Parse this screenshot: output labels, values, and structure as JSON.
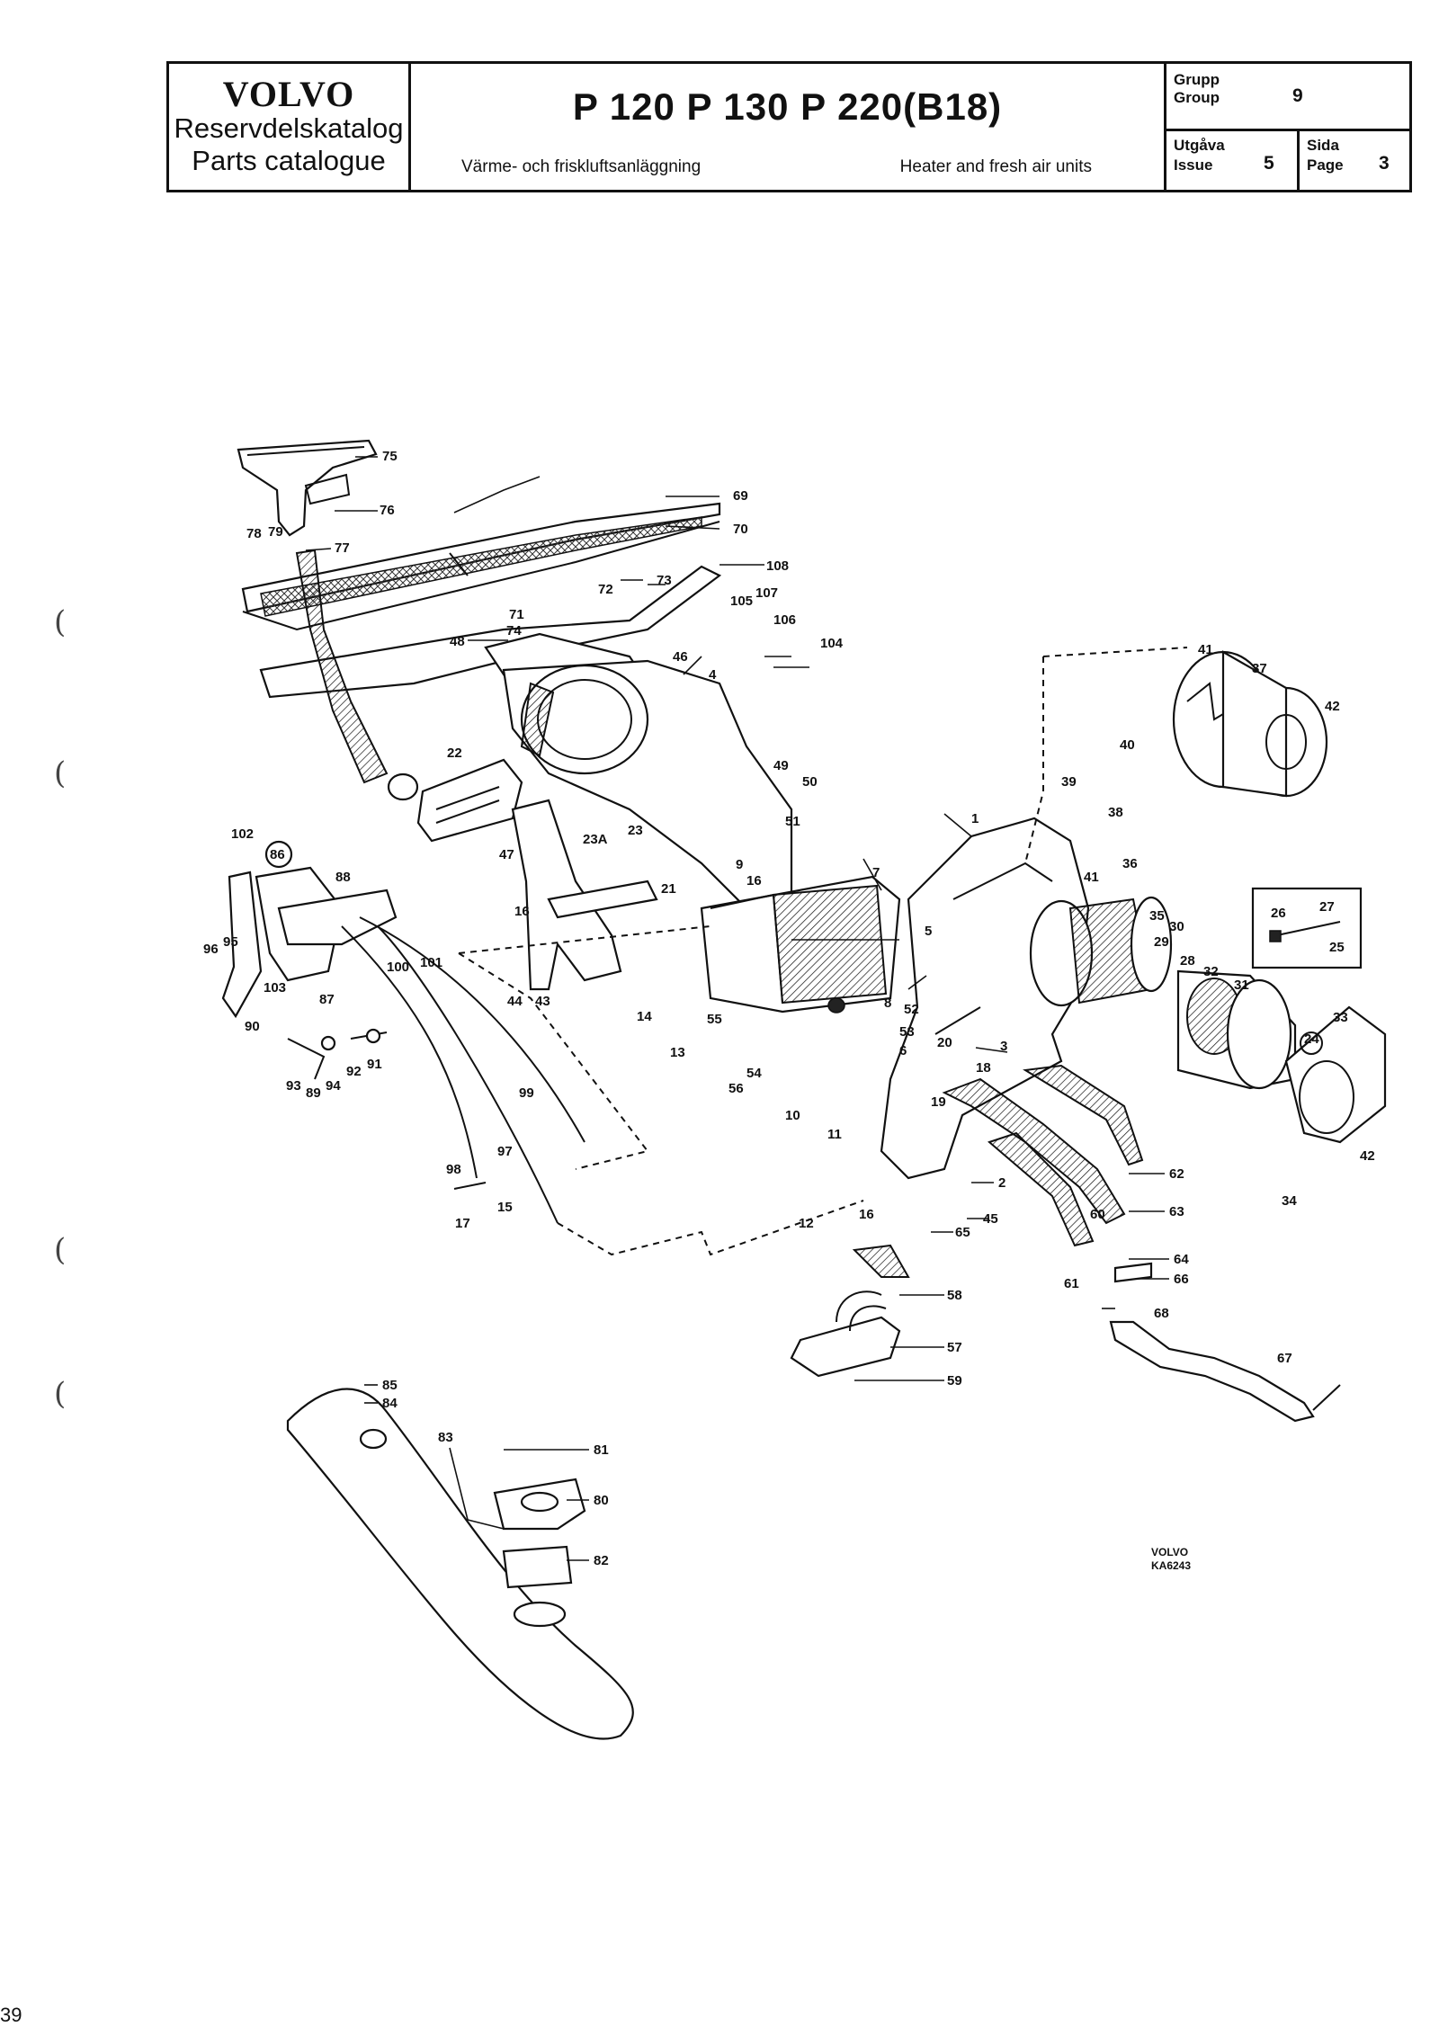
{
  "header": {
    "brand": "VOLVO",
    "catalogue_sv": "Reservdelskatalog",
    "catalogue_en": "Parts catalogue",
    "models": "P 120   P 130   P 220(B18)",
    "subtitle_sv": "Värme- och friskluftsanläggning",
    "subtitle_en": "Heater and fresh air units",
    "group_label_sv": "Grupp",
    "group_label_en": "Group",
    "group_value": "9",
    "issue_label_sv": "Utgåva",
    "issue_label_en": "Issue",
    "issue_value": "5",
    "page_label_sv": "Sida",
    "page_label_en": "Page",
    "page_value": "3"
  },
  "diagram": {
    "ref_code_line1": "VOLVO",
    "ref_code_line2": "KA6243",
    "callouts": [
      {
        "id": "75",
        "text": "75"
      },
      {
        "id": "76",
        "text": "76"
      },
      {
        "id": "78",
        "text": "78"
      },
      {
        "id": "79",
        "text": "79"
      },
      {
        "id": "77",
        "text": "77"
      },
      {
        "id": "69",
        "text": "69"
      },
      {
        "id": "70",
        "text": "70"
      },
      {
        "id": "108",
        "text": "108"
      },
      {
        "id": "105",
        "text": "105"
      },
      {
        "id": "107",
        "text": "107"
      },
      {
        "id": "106",
        "text": "106"
      },
      {
        "id": "104",
        "text": "104"
      },
      {
        "id": "72",
        "text": "72"
      },
      {
        "id": "73",
        "text": "73"
      },
      {
        "id": "71",
        "text": "71"
      },
      {
        "id": "74",
        "text": "74"
      },
      {
        "id": "48",
        "text": "48"
      },
      {
        "id": "46",
        "text": "46"
      },
      {
        "id": "4",
        "text": "4"
      },
      {
        "id": "22",
        "text": "22"
      },
      {
        "id": "49",
        "text": "49"
      },
      {
        "id": "50",
        "text": "50"
      },
      {
        "id": "51",
        "text": "51"
      },
      {
        "id": "102",
        "text": "102"
      },
      {
        "id": "86",
        "text": "86"
      },
      {
        "id": "88",
        "text": "88"
      },
      {
        "id": "47",
        "text": "47"
      },
      {
        "id": "23A",
        "text": "23A"
      },
      {
        "id": "23",
        "text": "23"
      },
      {
        "id": "16a",
        "text": "16"
      },
      {
        "id": "9",
        "text": "9"
      },
      {
        "id": "7",
        "text": "7"
      },
      {
        "id": "21",
        "text": "21"
      },
      {
        "id": "16b",
        "text": "16"
      },
      {
        "id": "96",
        "text": "96"
      },
      {
        "id": "95",
        "text": "95"
      },
      {
        "id": "100",
        "text": "100"
      },
      {
        "id": "101",
        "text": "101"
      },
      {
        "id": "103",
        "text": "103"
      },
      {
        "id": "87",
        "text": "87"
      },
      {
        "id": "90",
        "text": "90"
      },
      {
        "id": "44",
        "text": "44"
      },
      {
        "id": "43",
        "text": "43"
      },
      {
        "id": "14",
        "text": "14"
      },
      {
        "id": "5",
        "text": "5"
      },
      {
        "id": "1",
        "text": "1"
      },
      {
        "id": "41a",
        "text": "41"
      },
      {
        "id": "37",
        "text": "37"
      },
      {
        "id": "42a",
        "text": "42"
      },
      {
        "id": "40",
        "text": "40"
      },
      {
        "id": "39",
        "text": "39"
      },
      {
        "id": "38",
        "text": "38"
      },
      {
        "id": "36",
        "text": "36"
      },
      {
        "id": "41b",
        "text": "41"
      },
      {
        "id": "35",
        "text": "35"
      },
      {
        "id": "30",
        "text": "30"
      },
      {
        "id": "29",
        "text": "29"
      },
      {
        "id": "28",
        "text": "28"
      },
      {
        "id": "32",
        "text": "32"
      },
      {
        "id": "31",
        "text": "31"
      },
      {
        "id": "26",
        "text": "26"
      },
      {
        "id": "27",
        "text": "27"
      },
      {
        "id": "25",
        "text": "25"
      },
      {
        "id": "24",
        "text": "24"
      },
      {
        "id": "33",
        "text": "33"
      },
      {
        "id": "93",
        "text": "93"
      },
      {
        "id": "89",
        "text": "89"
      },
      {
        "id": "94",
        "text": "94"
      },
      {
        "id": "92",
        "text": "92"
      },
      {
        "id": "91",
        "text": "91"
      },
      {
        "id": "13",
        "text": "13"
      },
      {
        "id": "55",
        "text": "55"
      },
      {
        "id": "8",
        "text": "8"
      },
      {
        "id": "52",
        "text": "52"
      },
      {
        "id": "53",
        "text": "53"
      },
      {
        "id": "6",
        "text": "6"
      },
      {
        "id": "20",
        "text": "20"
      },
      {
        "id": "3",
        "text": "3"
      },
      {
        "id": "18",
        "text": "18"
      },
      {
        "id": "19",
        "text": "19"
      },
      {
        "id": "54",
        "text": "54"
      },
      {
        "id": "56",
        "text": "56"
      },
      {
        "id": "10",
        "text": "10"
      },
      {
        "id": "11",
        "text": "11"
      },
      {
        "id": "99",
        "text": "99"
      },
      {
        "id": "97",
        "text": "97"
      },
      {
        "id": "98",
        "text": "98"
      },
      {
        "id": "15",
        "text": "15"
      },
      {
        "id": "17",
        "text": "17"
      },
      {
        "id": "2",
        "text": "2"
      },
      {
        "id": "16c",
        "text": "16"
      },
      {
        "id": "12",
        "text": "12"
      },
      {
        "id": "45",
        "text": "45"
      },
      {
        "id": "60",
        "text": "60"
      },
      {
        "id": "62",
        "text": "62"
      },
      {
        "id": "63",
        "text": "63"
      },
      {
        "id": "42b",
        "text": "42"
      },
      {
        "id": "34",
        "text": "34"
      },
      {
        "id": "65",
        "text": "65"
      },
      {
        "id": "64",
        "text": "64"
      },
      {
        "id": "66",
        "text": "66"
      },
      {
        "id": "61",
        "text": "61"
      },
      {
        "id": "58",
        "text": "58"
      },
      {
        "id": "68",
        "text": "68"
      },
      {
        "id": "57",
        "text": "57"
      },
      {
        "id": "59",
        "text": "59"
      },
      {
        "id": "67",
        "text": "67"
      },
      {
        "id": "85",
        "text": "85"
      },
      {
        "id": "84",
        "text": "84"
      },
      {
        "id": "83",
        "text": "83"
      },
      {
        "id": "81",
        "text": "81"
      },
      {
        "id": "80",
        "text": "80"
      },
      {
        "id": "82",
        "text": "82"
      }
    ]
  },
  "footer": {
    "page_number": "39"
  }
}
